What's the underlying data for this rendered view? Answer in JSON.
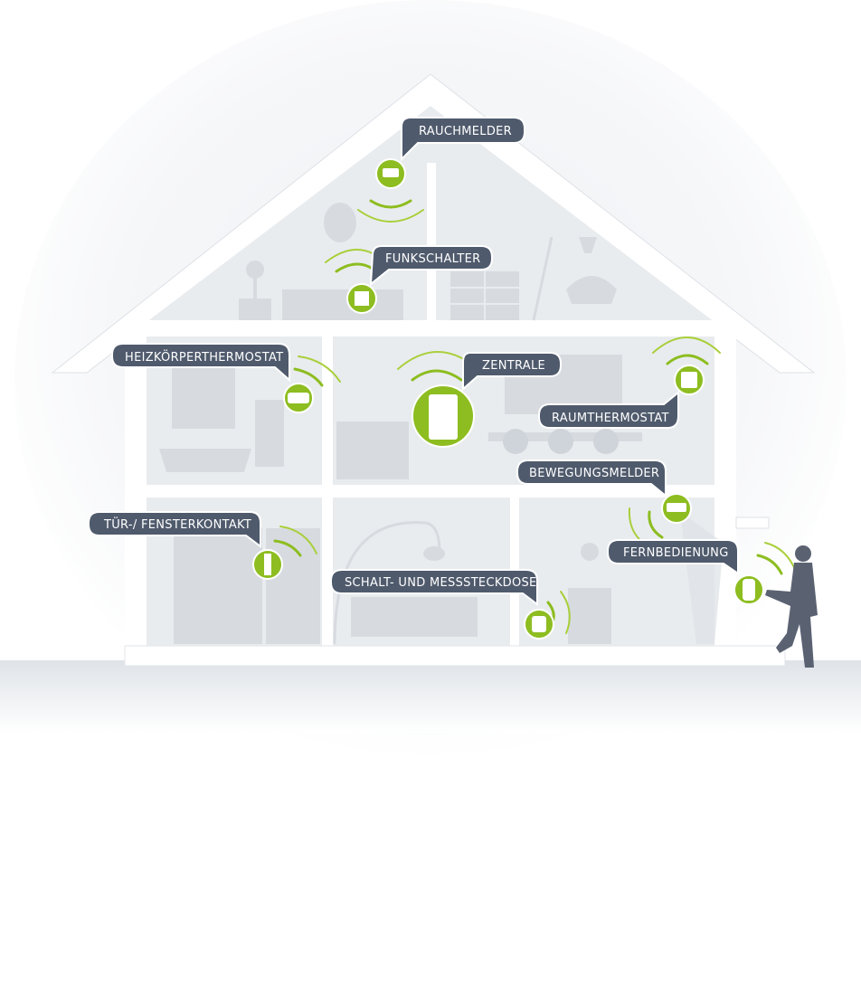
{
  "labels": {
    "rauchmelder": "RAUCHMELDER",
    "funkschalter": "FUNKSCHALTER",
    "heizkoerperthermostat": "HEIZKÖRPERTHERMOSTAT",
    "zentrale": "ZENTRALE",
    "raumthermostat": "RAUMTHERMOSTAT",
    "bewegungsmelder": "BEWEGUNGSMELDER",
    "tuer_fensterkontakt": "TÜR-/ FENSTERKONTAKT",
    "fernbedienung": "FERNBEDIENUNG",
    "schalt_messsteckdose": "SCHALT- UND MESSSTECKDOSE"
  },
  "colors": {
    "device_green": "#8dbd20",
    "bubble_dark": "#4f5a6c",
    "wall": "#ffffff",
    "room": "#e9ecef",
    "person": "#5a6272"
  }
}
